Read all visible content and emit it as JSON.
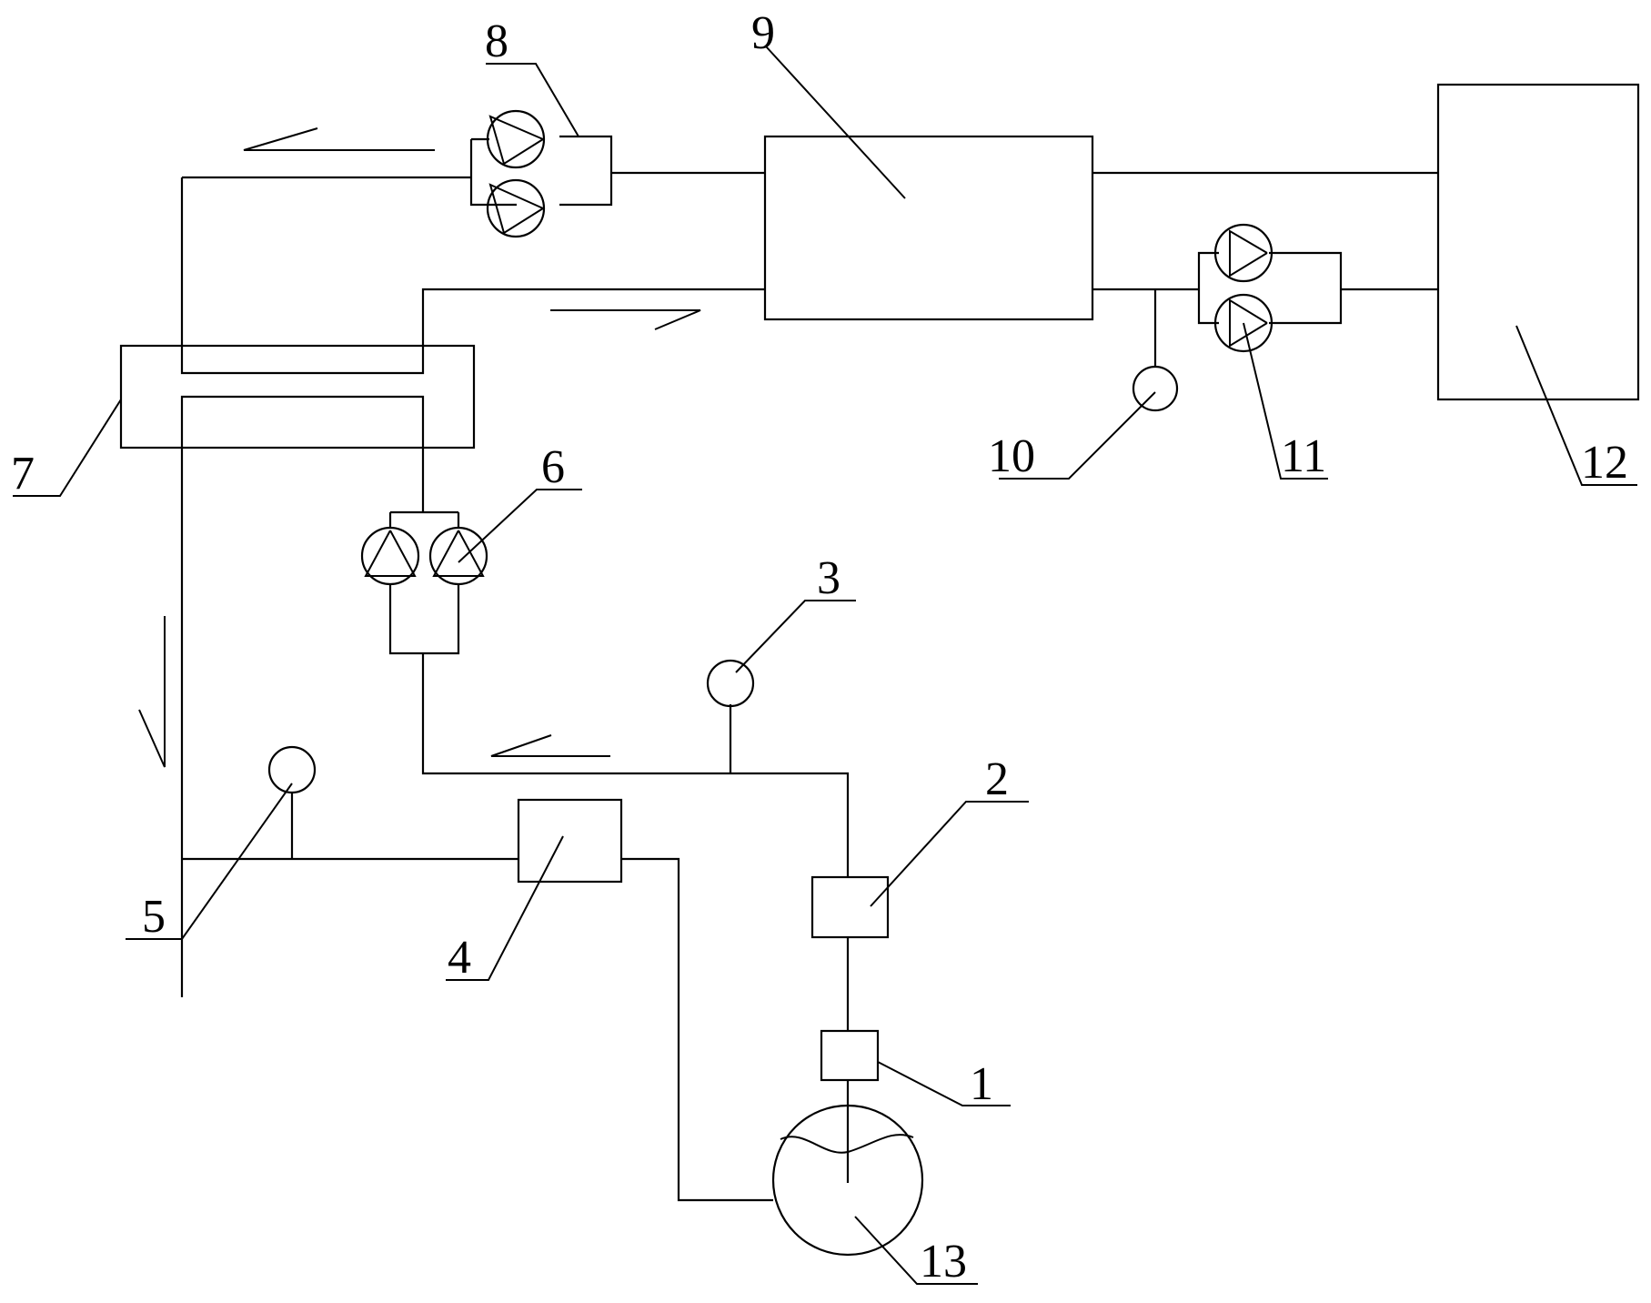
{
  "diagram": {
    "line_color": "#000000",
    "background": "#ffffff",
    "labels": [
      "1",
      "2",
      "3",
      "4",
      "5",
      "6",
      "7",
      "8",
      "9",
      "10",
      "11",
      "12",
      "13"
    ]
  }
}
